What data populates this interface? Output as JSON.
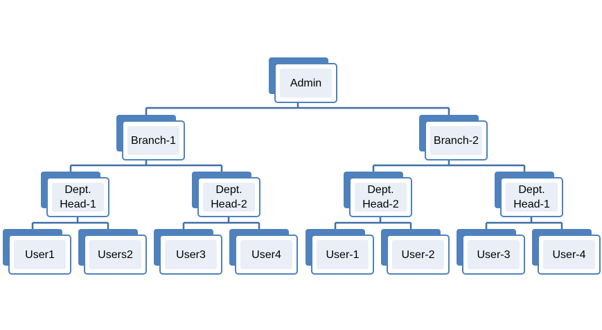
{
  "colors": {
    "accent": "#4f81bd",
    "fill": "#e9eef7",
    "line": "#3f6fa8"
  },
  "org": {
    "admin": "Admin",
    "branches": [
      {
        "label": "Branch-1",
        "heads": [
          {
            "label": "Dept.\nHead-1",
            "users": [
              "User1",
              "Users2"
            ]
          },
          {
            "label": "Dept.\nHead-2",
            "users": [
              "User3",
              "User4"
            ]
          }
        ]
      },
      {
        "label": "Branch-2",
        "heads": [
          {
            "label": "Dept.\nHead-2",
            "users": [
              "User-1",
              "User-2"
            ]
          },
          {
            "label": "Dept.\nHead-1",
            "users": [
              "User-3",
              "User-4"
            ]
          }
        ]
      }
    ]
  }
}
